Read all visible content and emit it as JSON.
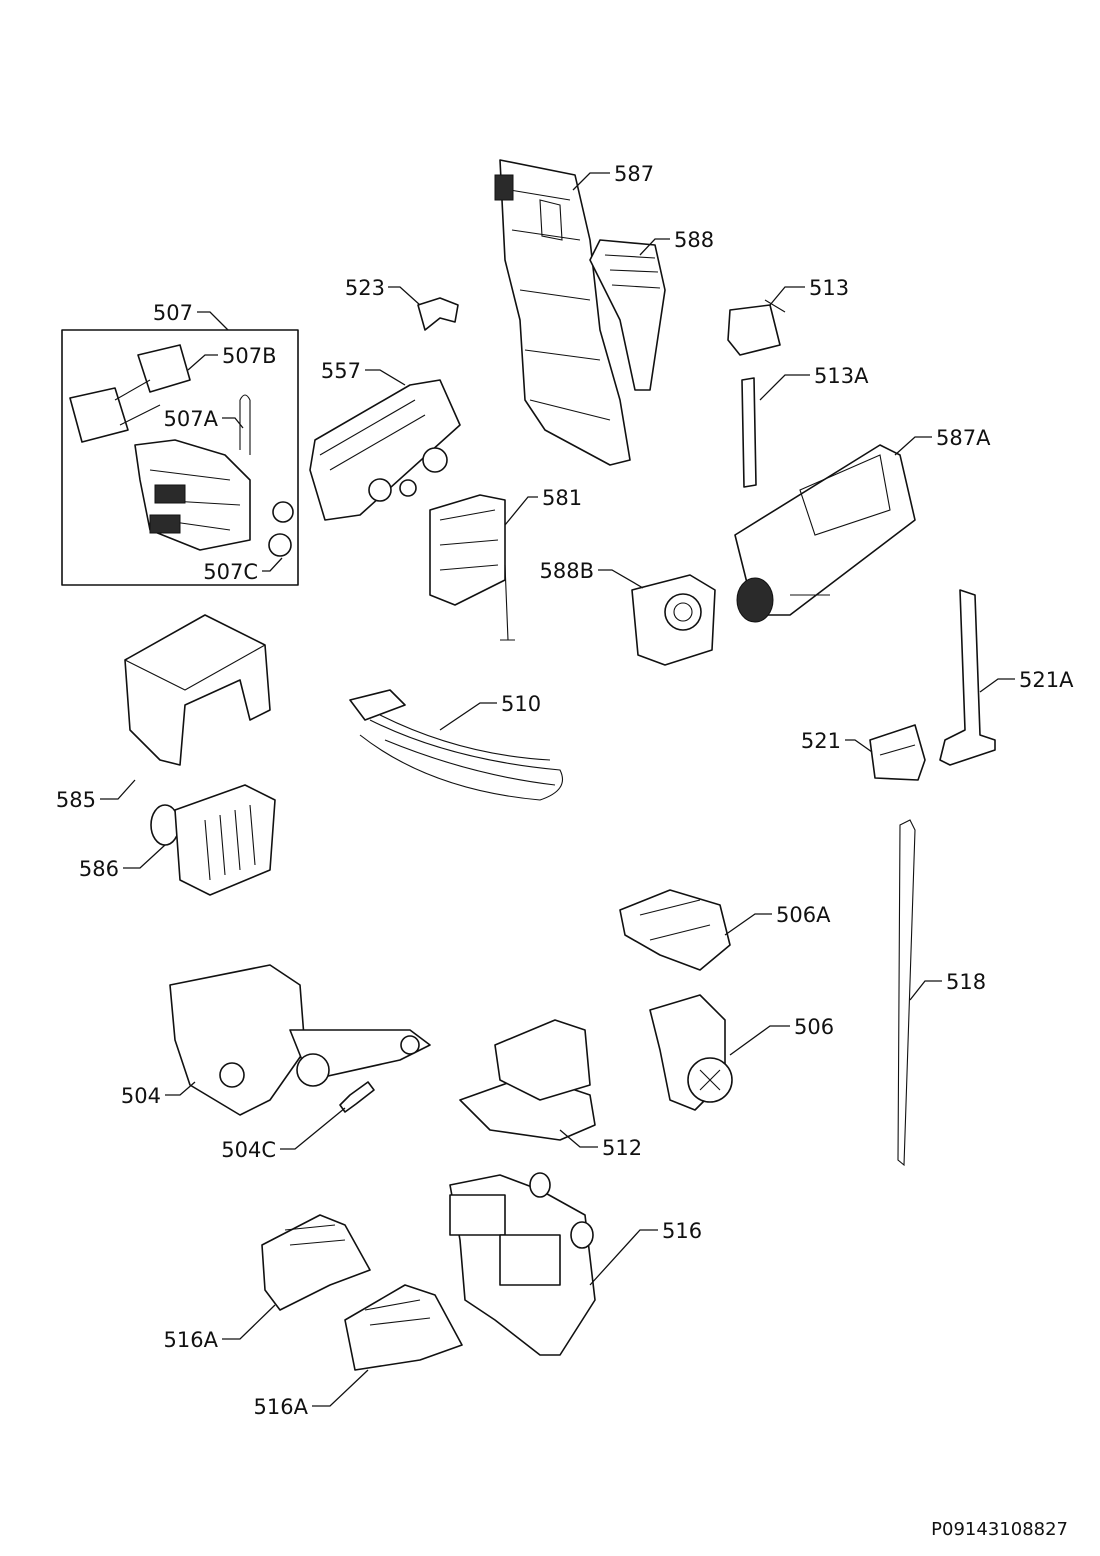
{
  "labels": {
    "l587": "587",
    "l588": "588",
    "l523": "523",
    "l513": "513",
    "l507": "507",
    "l507B": "507B",
    "l557": "557",
    "l513A": "513A",
    "l507A": "507A",
    "l587A": "587A",
    "l581": "581",
    "l588B": "588B",
    "l507C": "507C",
    "l521A": "521A",
    "l510": "510",
    "l521": "521",
    "l585": "585",
    "l586": "586",
    "l506A": "506A",
    "l518": "518",
    "l506": "506",
    "l504": "504",
    "l504C": "504C",
    "l512": "512",
    "l516": "516",
    "l516A_1": "516A",
    "l516A_2": "516A"
  },
  "drawing_code": "P09143108827"
}
